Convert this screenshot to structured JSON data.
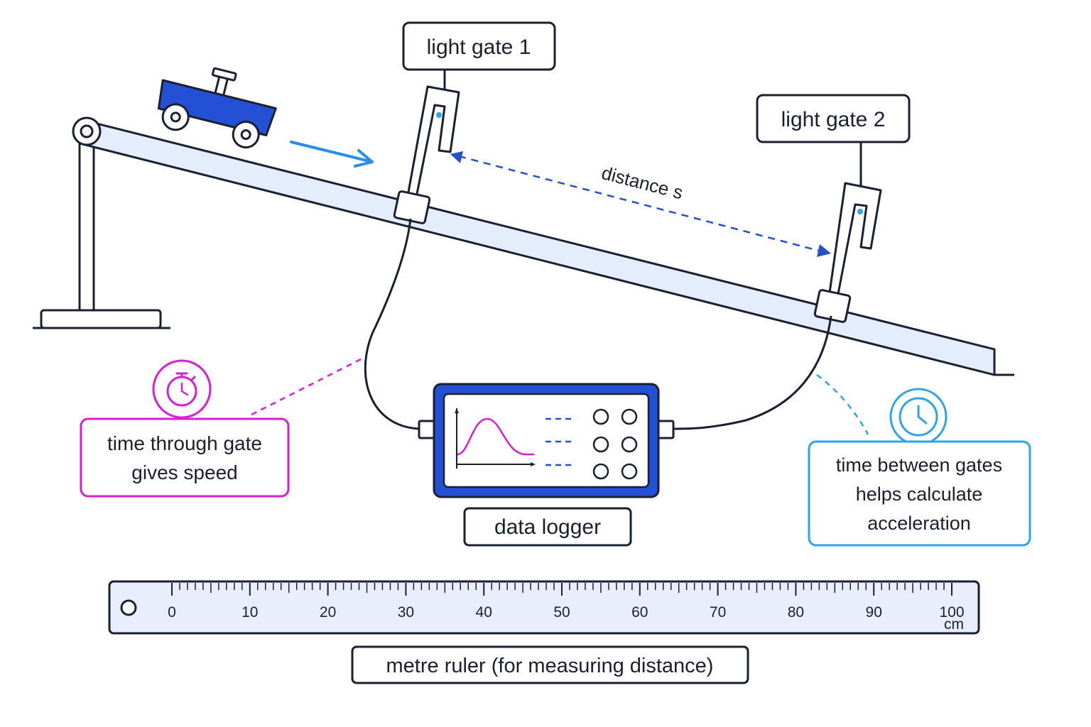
{
  "labels": {
    "gate1": "light gate 1",
    "gate2": "light gate 2",
    "distance": "distance s",
    "time_through_gate_line1": "time through gate",
    "time_through_gate_line2": "gives speed",
    "time_between_line1": "time between gates",
    "time_between_line2": "helps calculate",
    "time_between_line3": "acceleration",
    "data_logger": "data logger",
    "ruler_caption": "metre ruler (for measuring distance)",
    "ruler_unit": "cm"
  },
  "ruler": {
    "numbers": [
      "0",
      "10",
      "20",
      "30",
      "40",
      "50",
      "60",
      "70",
      "80",
      "90",
      "100"
    ],
    "minor_ticks_per_interval": 10
  },
  "icons": {
    "stopwatch": "stopwatch-icon",
    "clock": "clock-icon",
    "trolley": "trolley-icon",
    "pulley": "pulley-icon",
    "graph": "graph-icon"
  },
  "colors": {
    "ink": "#1b2030",
    "ramp_fill": "#e3edfb",
    "trolley_blue": "#2450d6",
    "arrow_blue": "#2a8ee8",
    "dash_blue": "#2450c8",
    "magenta": "#d61fd0",
    "light_blue": "#2ea3e6",
    "logger_frame": "#2450d6",
    "ruler_fill": "#e6effb"
  }
}
